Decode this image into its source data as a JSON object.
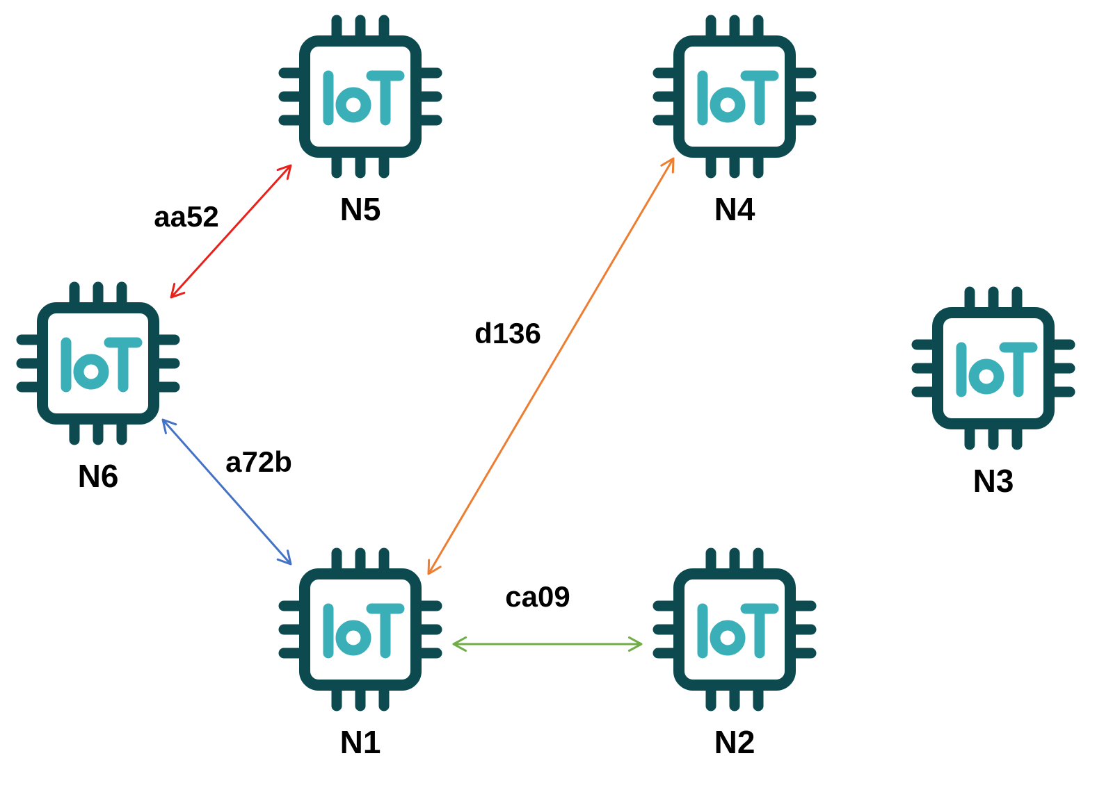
{
  "colors": {
    "chip_outline": "#0c4a4f",
    "iot_text": "#3aafb8",
    "link_red": "#e8211b",
    "link_blue": "#4472c4",
    "link_orange": "#ed7d31",
    "link_green": "#70ad47"
  },
  "nodes": [
    {
      "id": "N1",
      "label": "N1",
      "icon_text": "IoT",
      "icon": "iot-chip-icon"
    },
    {
      "id": "N2",
      "label": "N2",
      "icon_text": "IoT",
      "icon": "iot-chip-icon"
    },
    {
      "id": "N3",
      "label": "N3",
      "icon_text": "IoT",
      "icon": "iot-chip-icon"
    },
    {
      "id": "N4",
      "label": "N4",
      "icon_text": "IoT",
      "icon": "iot-chip-icon"
    },
    {
      "id": "N5",
      "label": "N5",
      "icon_text": "IoT",
      "icon": "iot-chip-icon"
    },
    {
      "id": "N6",
      "label": "N6",
      "icon_text": "IoT",
      "icon": "iot-chip-icon"
    }
  ],
  "links": [
    {
      "from": "N6",
      "to": "N5",
      "label": "aa52",
      "color": "#e8211b",
      "direction": "bidirectional"
    },
    {
      "from": "N6",
      "to": "N1",
      "label": "a72b",
      "color": "#4472c4",
      "direction": "bidirectional"
    },
    {
      "from": "N1",
      "to": "N4",
      "label": "d136",
      "color": "#ed7d31",
      "direction": "bidirectional"
    },
    {
      "from": "N1",
      "to": "N2",
      "label": "ca09",
      "color": "#70ad47",
      "direction": "bidirectional"
    }
  ]
}
